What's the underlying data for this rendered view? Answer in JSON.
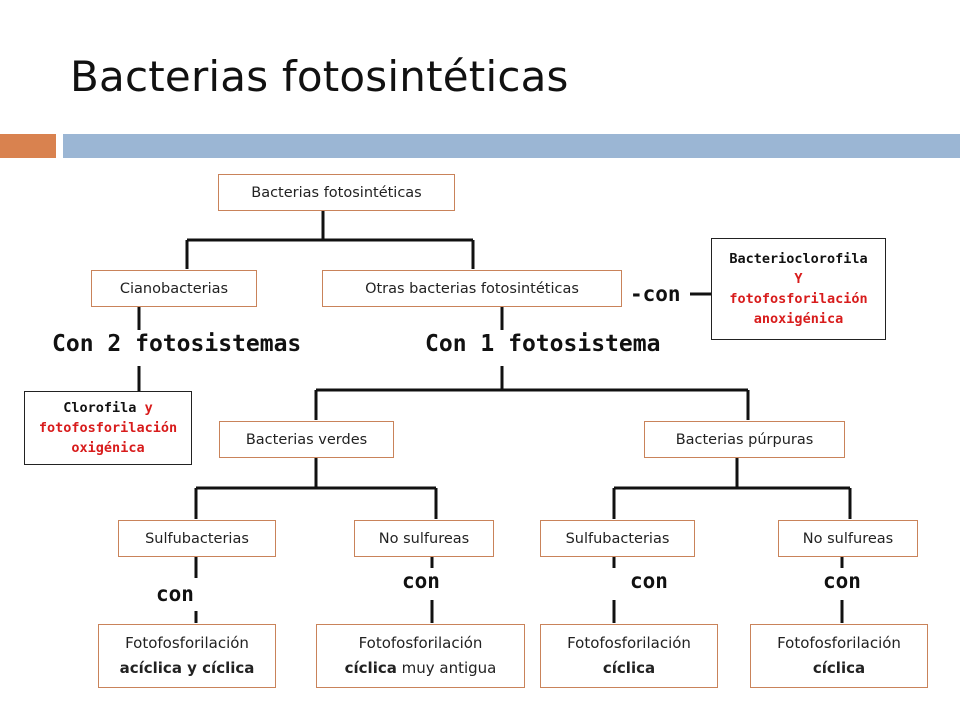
{
  "slide": {
    "title": "Bacterias fotosintéticas"
  },
  "diagram": {
    "root": "Bacterias fotosintéticas",
    "level1": {
      "left": "Cianobacterias",
      "right": "Otras bacterias fotosintéticas"
    },
    "cyano_label": {
      "a": "Con 2",
      "b": "fotosistemas"
    },
    "cyano_note": {
      "l1": "Clorofila",
      "l1b": "y",
      "l2": "fotofosforilación",
      "l3": "oxigénica"
    },
    "other_label": {
      "a": "Con 1",
      "b": "fotosistema"
    },
    "other_con": "-con",
    "other_note": {
      "l1": "Bacterioclorofila",
      "l2": "Y",
      "l3": "fotofosforilación",
      "l4": "anoxigénica"
    },
    "level2": {
      "left": "Bacterias verdes",
      "right": "Bacterias púrpuras"
    },
    "level3": [
      "Sulfubacterias",
      "No sulfureas",
      "Sulfubacterias",
      "No sulfureas"
    ],
    "con": [
      "con",
      "con",
      "con",
      "con"
    ],
    "leaves": [
      {
        "l1": "Fotofosforilación",
        "bold": "acíclica y cíclica",
        "rest": ""
      },
      {
        "l1": "Fotofosforilación",
        "bold": "cíclica",
        "rest": " muy antigua"
      },
      {
        "l1": "Fotofosforilación",
        "bold": "cíclica",
        "rest": ""
      },
      {
        "l1": "Fotofosforilación",
        "bold": "cíclica",
        "rest": ""
      }
    ]
  }
}
